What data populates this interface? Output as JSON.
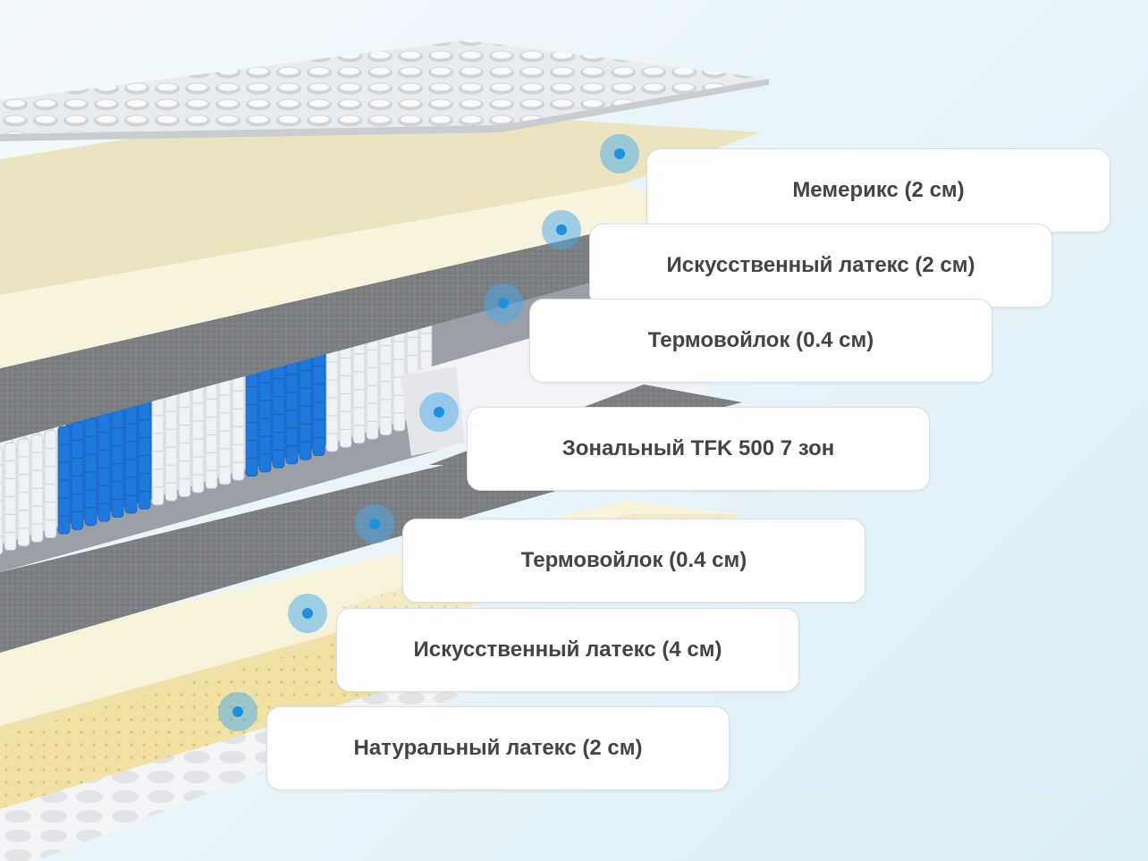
{
  "layers": [
    {
      "label": "Мемерикс (2 см)"
    },
    {
      "label": "Искусственный латекс (2 см)"
    },
    {
      "label": "Термовойлок (0.4 см)"
    },
    {
      "label": "Зональный TFK 500 7 зон"
    },
    {
      "label": "Термовойлок (0.4 см)"
    },
    {
      "label": "Искусственный латекс (4 см)"
    },
    {
      "label": "Натуральный латекс (2 см)"
    }
  ],
  "colors": {
    "marker": "#1e90e0",
    "spring_blue": "#1f78dc",
    "spring_white": "#eef1f5",
    "felt": "#7d8083",
    "memory_foam": "#ece6bf",
    "latex": "#f6f1d8",
    "natural_latex": "#f2e4a6"
  }
}
